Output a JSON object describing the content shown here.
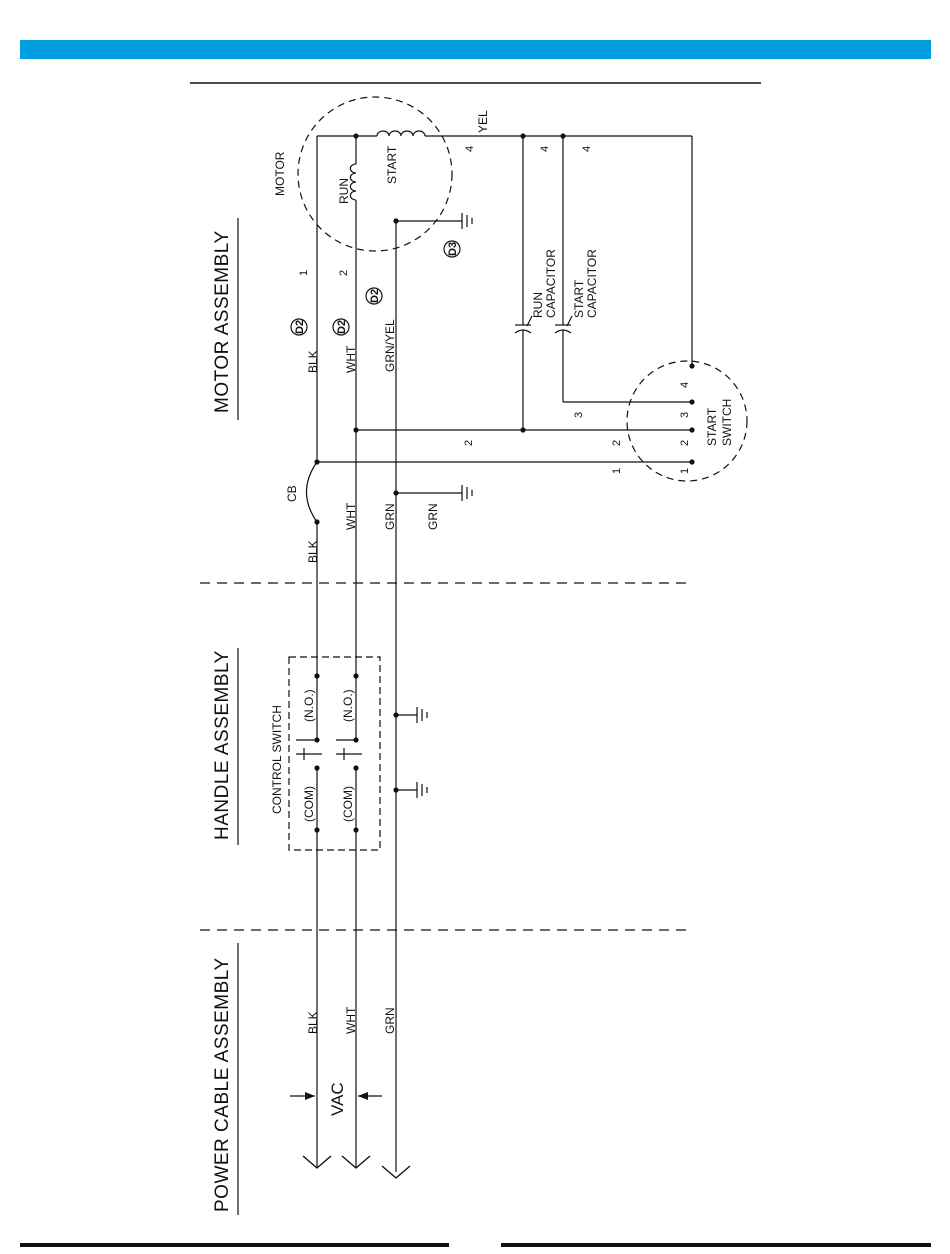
{
  "header_bar_color": "#00a0e0",
  "sections": {
    "motor": "MOTOR ASSEMBLY",
    "handle": "HANDLE ASSEMBLY",
    "power": "POWER CABLE ASSEMBLY"
  },
  "components": {
    "motor": "MOTOR",
    "run_winding": "RUN",
    "start_winding": "START",
    "run_capacitor": [
      "RUN",
      "CAPACITOR"
    ],
    "start_capacitor": [
      "START",
      "CAPACITOR"
    ],
    "start_switch": [
      "START",
      "SWITCH"
    ],
    "control_switch": "CONTROL SWITCH",
    "circuit_breaker": "CB",
    "com": "(COM)",
    "no": "(N.O.)",
    "vac": "VAC"
  },
  "wires": {
    "blk": "BLK",
    "wht": "WHT",
    "grn": "GRN",
    "yel": "YEL",
    "grn_yel": "GRN/YEL"
  },
  "tags": {
    "d2": "D2",
    "d3": "D3"
  },
  "terminals": {
    "t1": "1",
    "t2": "2",
    "t3": "3",
    "t4": "4"
  }
}
